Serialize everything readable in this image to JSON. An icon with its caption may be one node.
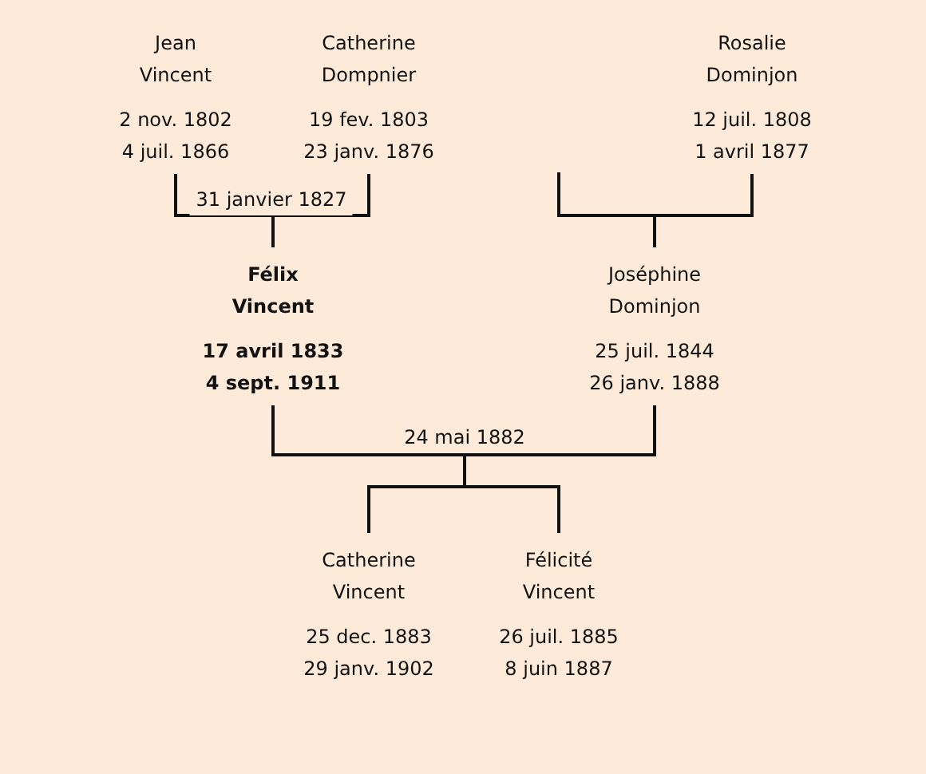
{
  "diagram": {
    "nodes": [
      {
        "text": [
          "Jean Vincent",
          "2 nov. 1802",
          "4 juil. 1866"
        ]
      },
      {
        "text": [
          "Catherine Dompnier",
          "19 fev. 1803",
          "23 janv. 1876"
        ]
      },
      {
        "text": [
          "Rosalie Dominjon",
          "12 juil. 1808",
          "1 avril 1877"
        ]
      },
      {
        "text": [
          "Félix Vincent",
          "17 avril 1833",
          "4 sept. 1911"
        ]
      },
      {
        "text": [
          "Joséphine Dominjon",
          "25 juil. 1844",
          "26 janv. 1888"
        ]
      },
      {
        "text": [
          "Catherine Vincent",
          "25 dec. 1883",
          "29 janv. 1902"
        ]
      },
      {
        "text": [
          "Félicité Vincent",
          "26 juil. 1885",
          "8 juin 1887"
        ]
      }
    ],
    "edges": [
      {
        "from": 0,
        "to": 3,
        "arrow": "none",
        "label": "31 janvier 1827"
      },
      {
        "from": 1,
        "to": 3,
        "arrow": "none"
      },
      {
        "from": null,
        "to": 4,
        "arrow": "none"
      },
      {
        "from": 2,
        "to": 4,
        "arrow": "none"
      },
      {
        "from": 3,
        "to": 5,
        "arrow": "none",
        "label": "24 mai 1882"
      },
      {
        "from": 3,
        "to": 6,
        "arrow": "none"
      },
      {
        "from": 4,
        "to": 5,
        "arrow": "none"
      },
      {
        "from": 4,
        "to": 6,
        "arrow": "none"
      }
    ]
  }
}
